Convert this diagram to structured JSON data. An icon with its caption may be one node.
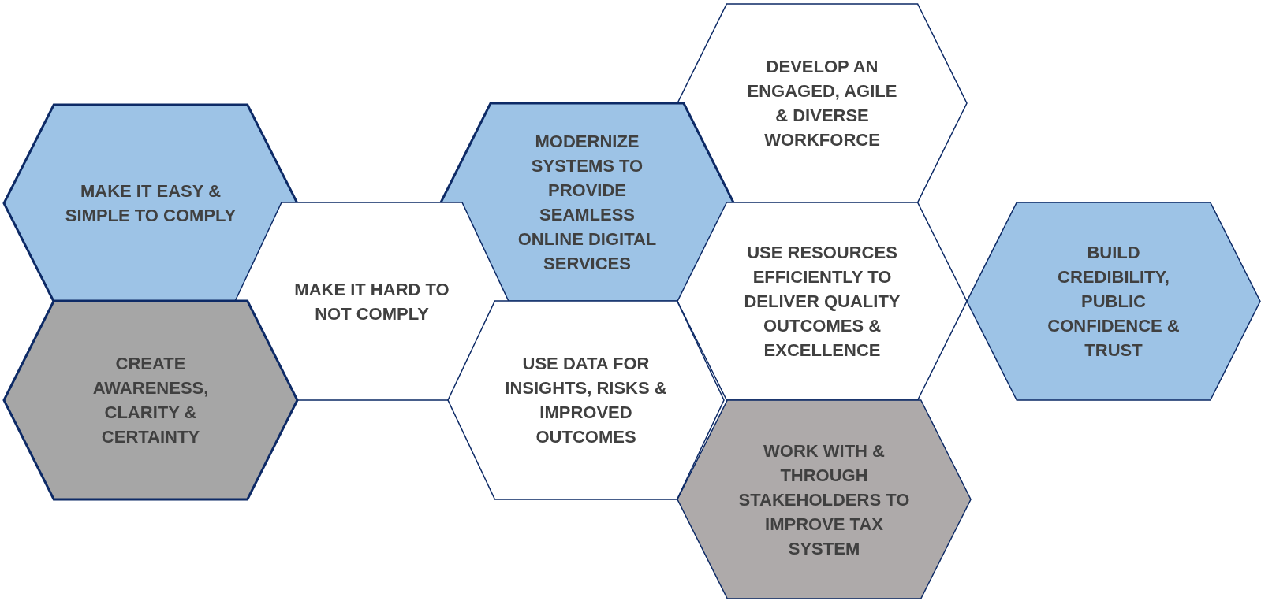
{
  "diagram": {
    "nodes": [
      {
        "text": [
          "DEVELOP AN ENGAGED, AGILE & DIVERSE WORKFORCE"
        ]
      },
      {
        "text": [
          "MAKE IT EASY & SIMPLE TO COMPLY"
        ]
      },
      {
        "text": [
          "MODERNIZE SYSTEMS TO PROVIDE SEAMLESS ONLINE DIGITAL SERVICES"
        ]
      },
      {
        "text": [
          "MAKE IT HARD TO NOT COMPLY"
        ]
      },
      {
        "text": [
          "USE RESOURCES EFFICIENTLY TO DELIVER QUALITY OUTCOMES & EXCELLENCE"
        ]
      },
      {
        "text": [
          "BUILD CREDIBILITY, PUBLIC CONFIDENCE & TRUST"
        ]
      },
      {
        "text": [
          "CREATE AWARENESS, CLARITY & CERTAINTY"
        ]
      },
      {
        "text": [
          "USE DATA FOR INSIGHTS, RISKS & IMPROVED OUTCOMES"
        ]
      },
      {
        "text": [
          "WORK WITH & THROUGH STAKEHOLDERS TO IMPROVE TAX SYSTEM"
        ]
      }
    ]
  }
}
